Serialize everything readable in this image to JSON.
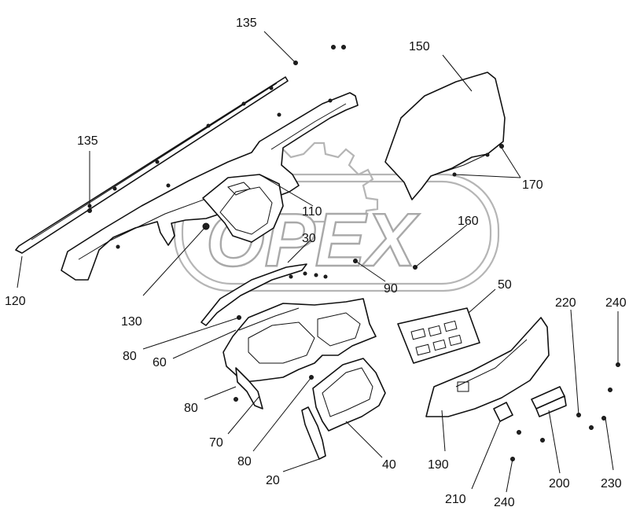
{
  "watermark": {
    "text": "OPEX"
  },
  "labels": {
    "l135a": "135",
    "l150": "150",
    "l135b": "135",
    "l170": "170",
    "l110": "110",
    "l160": "160",
    "l30": "30",
    "l90": "90",
    "l120": "120",
    "l130": "130",
    "l50": "50",
    "l220": "220",
    "l240a": "240",
    "l80a": "80",
    "l60": "60",
    "l80b": "80",
    "l70": "70",
    "l80c": "80",
    "l40": "40",
    "l20": "20",
    "l190": "190",
    "l210": "210",
    "l200": "200",
    "l240b": "240",
    "l230": "230"
  }
}
